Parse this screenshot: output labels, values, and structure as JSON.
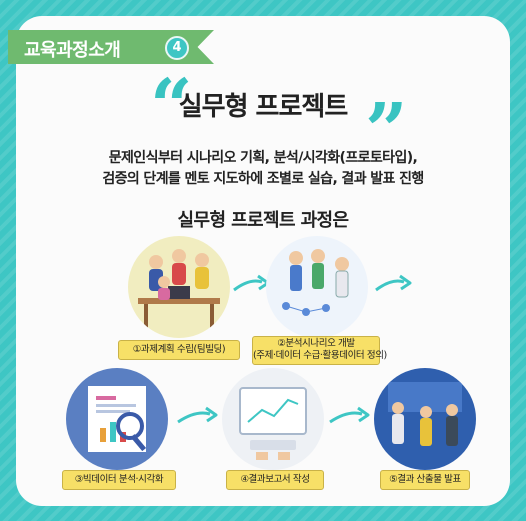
{
  "header": {
    "ribbon_label": "교육과정소개",
    "ribbon_number": "4"
  },
  "hero": {
    "title": "실무형 프로젝트",
    "description_line1": "문제인식부터 시나리오 기획, 분석/시각화(프로토타입),",
    "description_line2": "검증의 단계를 멘토 지도하에 조별로 실습, 결과 발표 진행"
  },
  "process": {
    "title": "실무형 프로젝트 과정은",
    "steps": [
      {
        "label": "①과제계획 수립(팀빌딩)"
      },
      {
        "label_line1": "②분석시나리오 개발",
        "label_line2": "(주제·데이터 수급·활용데이터 정의)"
      },
      {
        "label": "③빅데이터 분석·시각화"
      },
      {
        "label": "④결과보고서 작성"
      },
      {
        "label": "⑤결과 산출물 발표"
      }
    ]
  },
  "colors": {
    "teal": "#3ec6c4",
    "green": "#6fba6f",
    "label_yellow": "#f7e067"
  }
}
